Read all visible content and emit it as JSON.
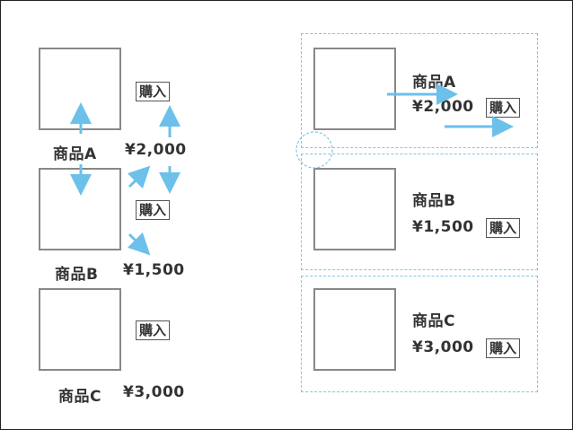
{
  "left": {
    "products": [
      {
        "name": "商品A",
        "price": "¥2,000",
        "buy": "購入"
      },
      {
        "name": "商品B",
        "price": "¥1,500",
        "buy": "購入"
      },
      {
        "name": "商品C",
        "price": "¥3,000",
        "buy": "購入"
      }
    ]
  },
  "right": {
    "products": [
      {
        "name": "商品A",
        "price": "¥2,000",
        "buy": "購入"
      },
      {
        "name": "商品B",
        "price": "¥1,500",
        "buy": "購入"
      },
      {
        "name": "商品C",
        "price": "¥3,000",
        "buy": "購入"
      }
    ]
  },
  "colors": {
    "arrow": "#6cc0ea",
    "dashed": "#7ec7e6",
    "box": "#888888",
    "text": "#333333"
  }
}
